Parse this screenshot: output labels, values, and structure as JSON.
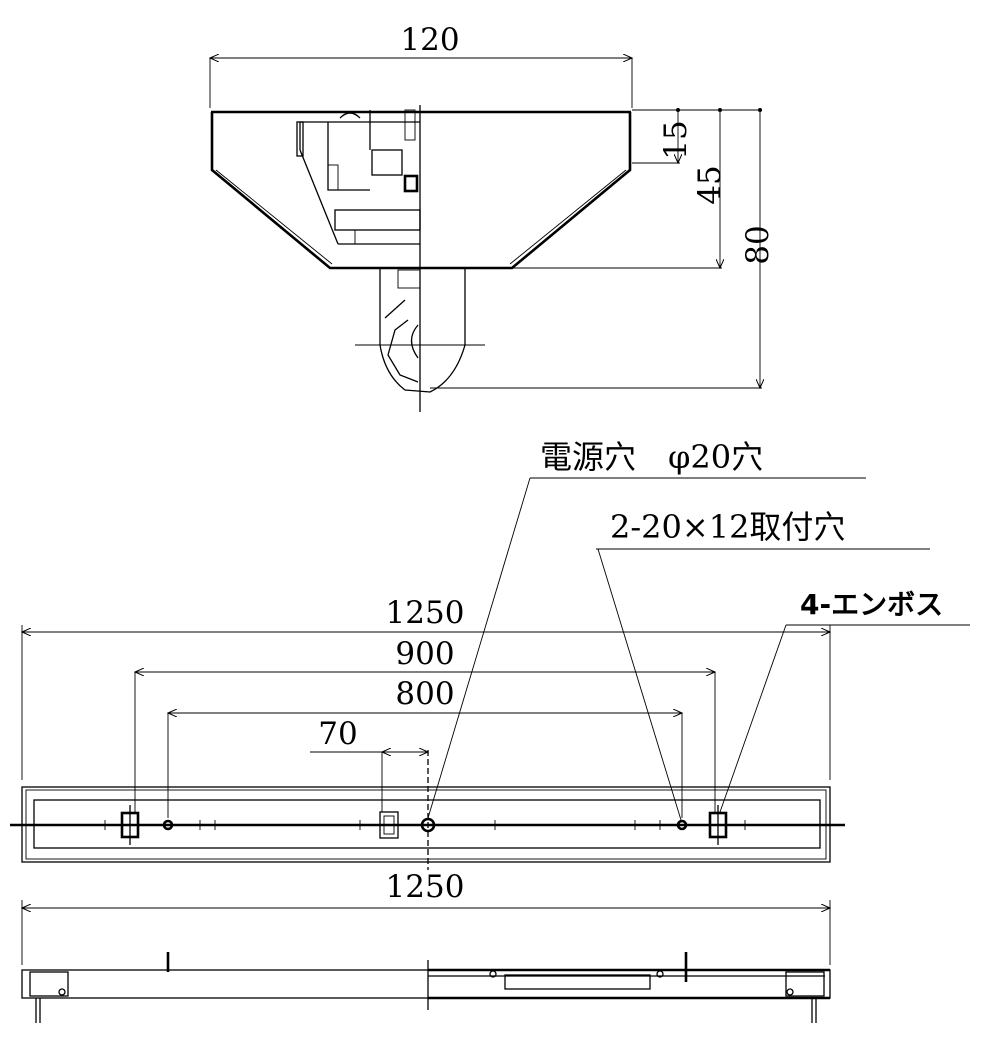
{
  "section_view": {
    "width_dim": "120",
    "height_dims": [
      "15",
      "45",
      "80"
    ]
  },
  "plan_view": {
    "callouts": {
      "power_hole": "電源穴　φ20穴",
      "mount_holes": "2-20×12取付穴",
      "emboss": "4-エンボス"
    },
    "dims": {
      "overall": "1250",
      "pitch_900": "900",
      "pitch_800": "800",
      "offset_70": "70",
      "overall_bottom": "1250"
    }
  },
  "colors": {
    "line": "#000000",
    "background": "#ffffff"
  }
}
